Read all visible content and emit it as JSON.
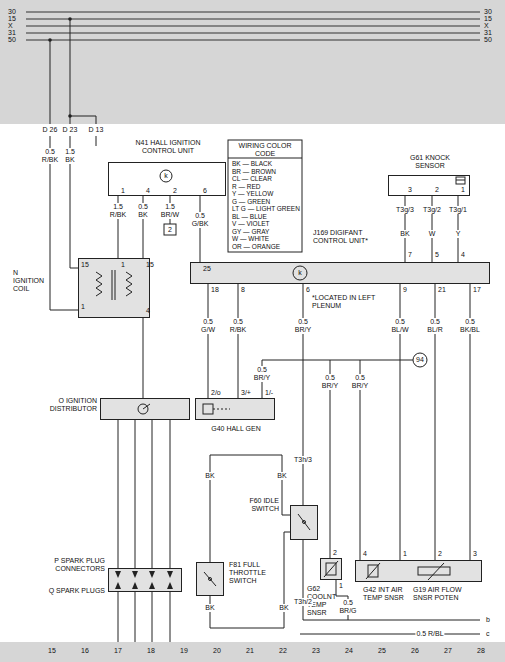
{
  "diagram": {
    "nodes": [
      {
        "text": [
          "N41 HALL IGNITION CONTROL UNIT"
        ]
      },
      {
        "text": [
          "G61 KNOCK SENSOR"
        ]
      },
      {
        "text": [
          "N IGNITION COIL"
        ]
      },
      {
        "text": [
          "J169 DIGIFANT CONTROL UNIT*"
        ]
      },
      {
        "text": [
          "O IGNITION DISTRIBUTOR"
        ]
      },
      {
        "text": [
          "G40 HALL GEN"
        ]
      },
      {
        "text": [
          "F60 IDLE SWITCH"
        ]
      },
      {
        "text": [
          "P SPARK PLUG CONNECTORS",
          "Q SPARK PLUGS"
        ]
      },
      {
        "text": [
          "F81 FULL THROTTLE SWITCH"
        ]
      },
      {
        "text": [
          "G62 COOLNT TEMP SNSR"
        ]
      },
      {
        "text": [
          "G42 INT AIR TEMP SNSR",
          "G19 AIR FLOW SNSR POTEN"
        ]
      }
    ],
    "edges": [
      {
        "from": 0,
        "to": 2,
        "arrow": "none"
      },
      {
        "from": 0,
        "to": 2,
        "arrow": "none"
      },
      {
        "from": 0,
        "to": 3,
        "arrow": "none"
      },
      {
        "from": 1,
        "to": 3,
        "arrow": "none"
      },
      {
        "from": 1,
        "to": 3,
        "arrow": "none"
      },
      {
        "from": 1,
        "to": 3,
        "arrow": "none"
      },
      {
        "from": 2,
        "to": 4,
        "arrow": "none"
      },
      {
        "from": 3,
        "to": 5,
        "arrow": "none"
      },
      {
        "from": 3,
        "to": 5,
        "arrow": "none"
      },
      {
        "from": 3,
        "to": 6,
        "arrow": "none"
      },
      {
        "from": 3,
        "to": 10,
        "arrow": "none"
      },
      {
        "from": 3,
        "to": 10,
        "arrow": "none"
      },
      {
        "from": 3,
        "to": 10,
        "arrow": "none"
      },
      {
        "from": 4,
        "to": 7,
        "arrow": "none"
      },
      {
        "from": 4,
        "to": 7,
        "arrow": "none"
      },
      {
        "from": 4,
        "to": 7,
        "arrow": "none"
      },
      {
        "from": 4,
        "to": 7,
        "arrow": "none"
      },
      {
        "from": 8,
        "to": 6,
        "arrow": "none"
      },
      {
        "from": 8,
        "to": 6,
        "arrow": "none"
      }
    ],
    "labels": [
      "30",
      "15",
      "X",
      "31",
      "50",
      "30",
      "15",
      "X",
      "31",
      "50",
      "D 26",
      "D 23",
      "D 13",
      "0.5 R/BK",
      "1.5 BK",
      "1",
      "4",
      "2",
      "6",
      "k",
      "1.5 R/BK",
      "0.5 BK",
      "1.5 BR/W",
      "0.5 G/BK",
      "2",
      "15",
      "1",
      "1",
      "15",
      "4",
      "WIRING COLOR CODE",
      "3",
      "2",
      "1",
      "T3g/3",
      "T3g/2",
      "T3g/1",
      "BK",
      "W",
      "Y",
      "7",
      "5",
      "4",
      "25",
      "k",
      "*LOCATED IN LEFT PLENUM",
      "18",
      "8",
      "6",
      "9",
      "21",
      "17",
      "0.5 G/W",
      "0.5 R/BK",
      "0.5 BR/Y",
      "0.5 BL/W",
      "0.5 BL/R",
      "0.5 BK/BL",
      "94",
      "0.5 BR/Y",
      "0.5 BR/Y",
      "0.5 BR/Y",
      "2/o",
      "3/+",
      "1/-",
      "T3h/3",
      "BK",
      "BK",
      "BK",
      "BK",
      "T3h/2",
      "2",
      "1",
      "4",
      "1",
      "2",
      "3",
      "0.5 BR/G",
      "b",
      "0.5 R/BL",
      "c",
      "15",
      "16",
      "17",
      "18",
      "19",
      "20",
      "21",
      "22",
      "23",
      "24",
      "25",
      "26",
      "27",
      "28"
    ],
    "legend": [
      {
        "text": "BK — BLACK"
      },
      {
        "text": "BR — BROWN"
      },
      {
        "text": "CL — CLEAR"
      },
      {
        "text": "R — RED"
      },
      {
        "text": "Y — YELLOW"
      },
      {
        "text": "G — GREEN"
      },
      {
        "text": "LT G — LIGHT GREEN"
      },
      {
        "text": "BL — BLUE"
      },
      {
        "text": "V — VIOLET"
      },
      {
        "text": "GY — GRAY"
      },
      {
        "text": "W — WHITE"
      },
      {
        "text": "OR — ORANGE"
      }
    ]
  }
}
